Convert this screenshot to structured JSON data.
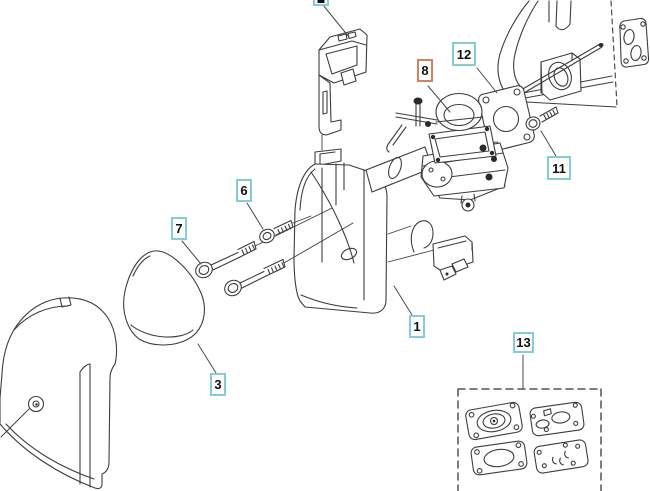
{
  "diagram_title": "exploded-parts-diagram-carburetor-air-filter",
  "colors": {
    "background": "#ffffff",
    "line": "#3d3d3d",
    "leader_line": "#4a4a4a",
    "label_border_normal": "#84cdd6",
    "label_border_highlight": "#d2825f",
    "label_background": "#ffffff",
    "label_text": "#111111"
  },
  "labels": [
    {
      "text": "",
      "highlighted": false
    },
    {
      "text": "8",
      "highlighted": true
    },
    {
      "text": "12",
      "highlighted": false
    },
    {
      "text": "11",
      "highlighted": false
    },
    {
      "text": "6",
      "highlighted": false
    },
    {
      "text": "7",
      "highlighted": false
    },
    {
      "text": "1",
      "highlighted": false
    },
    {
      "text": "3",
      "highlighted": false
    },
    {
      "text": "13",
      "highlighted": false
    }
  ]
}
